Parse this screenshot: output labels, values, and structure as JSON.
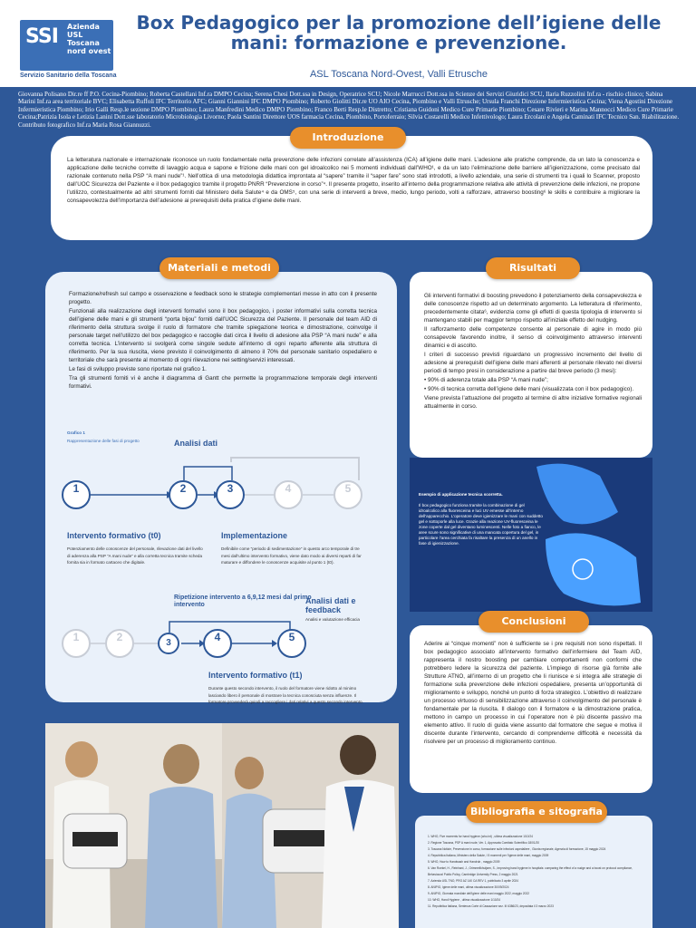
{
  "header": {
    "title": "Box Pedagogico per la promozione dell’igiene delle mani: formazione e prevenzione.",
    "subtitle": "ASL Toscana Nord-Ovest, Valli Etrusche",
    "logo": {
      "ssi": "SSI",
      "line1": "Azienda",
      "line2": "USL",
      "line3": "Toscana",
      "line4": "nord ovest",
      "footer": "Servizio Sanitario della Toscana"
    }
  },
  "authors": "Giovanna Polisano Dir.re ff P.O. Cecina-Piombino; Roberta Castellani Inf.ra DMPO Cecina; Serena Chesi Dott.ssa in Design, Operatrice SCU; Nicole Marrucci Dott.ssa in Scienze dei Servizi Giuridici SCU, Ilaria Ruzzolini Inf.ra - rischio clinico; Sabina Marini Inf.ra area territoriale BVC; Elisabetta Ruffoli IFC Territorio AFC; Gianni Giannini IFC DMPO Piombino; Roberto Giolitti Dir.re UO AIO Cecina, Piombino e Valli Etrusche; Ursula Franchi Direzione Infermieristica Cecina; Viena Agostini Direzione Infermieristica Piombino; Irio Galli Resp.le sezione DMPO Piombino; Laura Manfredini Medico DMPO Piombino; Franco Berti Resp.le Distretto; Cristiana Guidoni Medico Cure Primarie Piombino; Cesare Rivieri e Marina Mannocci Medico Cure Primarie Cecina;Patrizia Isola e Letizia Lanini Dott.sse laboratorio Microbiologia Livorno; Paola Santini Direttore UOS farmacia Cecina, Piombino, Portoferraio; Silvia Costarelli Medico Infettivologo; Laura Ercolani e Angela Caminati IFC Tecnico San. Riabilitazione. Contributo fotografico Inf.ra Maria Rosa Giannuzzi.",
  "sections": {
    "intro": {
      "label": "Introduzione",
      "text": "La letteratura nazionale e internazionale riconosce un ruolo fondamentale nella prevenzione delle infezioni correlate all’assistenza (ICA) all’igiene delle mani. L’adesione alle pratiche comprende, da un lato la conoscenza e applicazione delle tecniche corrette di lavaggio acqua e sapone e frizione delle mani con gel idroalcolico nei 5 momenti individuati dall’WHO¹, e da un lato l’eliminazione delle barriere all’igienizzazione, come precisato dal razionale contenuto nella PSP “A mani nude”¹. Nell’ottica di una metodologia didattica improntata al “sapere” tramite il “saper fare” sono stati introdotti, a livello aziendale, una serie di strumenti tra i quali lo Scanner, proposto dall’UOC Sicurezza del Paziente e il box pedagogico tramite il progetto PNRR “Prevenzione in corso”⁴. Il presente progetto, inserito all’interno della programmazione relativa alle attività di prevenzione delle infezioni, ne propone l’utilizzo, contestualmente ad altri strumenti forniti dal Ministero della Salute⁴ e da OMS⁵, con una serie di interventi a breve, medio, lungo periodo, volti a rafforzare, attraverso boosting⁶ le skills e contribuire a migliorare la consapevolezza dell’importanza dell’adesione ai prerequisiti della pratica d’igiene delle mani."
    },
    "materiali": {
      "label": "Materiali e metodi",
      "p1": "Formazione/refresh sul campo e osservazione e feedback sono le strategie complementari messe in atto con il presente progetto.",
      "p2": "Funzionali alla realizzazione degli interventi formativi sono il box pedagogico, i poster informativi sulla corretta tecnica dell’igiene delle mani e gli strumenti “porta bijou” forniti dall’UOC Sicurezza del Paziente. Il personale del team AID di riferimento della struttura svolge il ruolo di formatore che tramite spiegazione teorica e dimostrazione, coinvolge il personale target nell’utilizzo del box pedagogico e raccoglie dati circa il livello di adesione alla PSP “A mani nude” e alla corretta tecnica. L’intervento si svolgerà come singole sedute all’interno di ogni reparto afferente alla struttura di riferimento. Per la sua riuscita, viene previsto il coinvolgimento di almeno il 70% del personale sanitario ospedaliero e territoriale che sarà presente al momento di ogni rilevazione nei setting/servizi interessati.",
      "p3": "Le fasi di sviluppo previste sono riportate nel grafico 1.",
      "p4": "Tra gli strumenti forniti vi è anche il diagramma di Gantt che permette la programmazione temporale degli interventi formativi."
    },
    "risultati": {
      "label": "Risultati",
      "p1": "Gli interventi formativi di boosting prevedono il potenziamento della consapevolezza e delle conoscenze rispetto ad un determinato argomento. La letteratura di riferimento, precedentemente citata⁶, evidenzia come gli effetti di questa tipologia di intervento si mantengano stabili per maggior tempo rispetto all’iniziale effetto del nudging.",
      "p2": "Il rafforzamento delle competenze consente al personale di agire in modo più consapevole favorendo inoltre, il senso di coinvolgimento attraverso interventi dinamici e di ascolto.",
      "p3": "I criteri di successo previsti riguardano un progressivo incremento del livello di adesione ai prerequisiti dell’igiene delle mani afferenti al personale rilevato nei diversi periodi di tempo presi in considerazione a partire dal breve periodo (3 mesi):",
      "b1": "• 90% di aderenza totale alla PSP “A mani nude”;",
      "b2": "• 90% di tecnica corretta dell’igiene delle mani (visualizzata con il box pedagogico).",
      "p4": "Viene prevista l’attuazione del progetto al termine di altre iniziative formative regionali attualmente in corso."
    },
    "uv": {
      "title": "Esempio di applicazione tecnica scorretta.",
      "text": "Il box pedagogico funziona tramite la combinazione di gel idroalcolico alla fluoresceina e luci UV emesse all’interno dell’apparecchio. L’operatore deve igienizzare le mani con suddetto gel e sottoporle alla luce. Grazie alla reazione UV-fluoresceina le zone coperte dal gel diventano luminescenti. Nelle foto a fianco, le aree scure sono significative di una mancata copertura del gel, in particolare l’area cerchiata fa risaltare la presenza di un anello in fase di igienizzazione."
    },
    "conclusioni": {
      "label": "Conclusioni",
      "text": "Aderire ai “cinque momenti” non è sufficiente se i pre requisiti non sono rispettati. Il box pedagogico associato all’intervento formativo dell’infermiere del Team AID, rappresenta il nostro boosting per cambiare comportamenti non conformi che potrebbero ledere la sicurezza del paziente. L’impiego di risorse già fornite alle Strutture ATNO, all’interno di un progetto che li riunisce e si integra alle strategie di formazione sulla prevenzione delle infezioni ospedaliere, presenta un’opportunità di miglioramento e sviluppo, nonché un punto di forza strategico. L’obiettivo di realizzare un processo virtuoso di sensibilizzazione attraverso il coinvolgimento del personale è fondamentale per la riuscita. Il dialogo con il formatore e la dimostrazione pratica, mettono in campo un processo in cui l’operatore non è più discente passivo ma elemento attivo. Il ruolo di guida viene assunto dal formatore che segue e motiva il discente durante l’intervento, cercando di comprenderne difficoltà e necessità da risolvere per un processo di miglioramento continuo."
    },
    "bibliografia": {
      "label": "Bibliografia e sitografia",
      "items": [
        "1. WHO, Five moments for hand hygiene (who.int) , ultima visualizzazione 1/10/24",
        "2. Regione Toscana, PSP A mani nude, Ver. 1, Approvata Comitato Scientifico 18/01/20",
        "3. Toscana Notizie, Prevenzione in corso, formazione sulle infezioni ospedaliere , Giunta regionale, Agenzia di formazione, 15 maggio 2024",
        "4. Repubblica Italiana, Ministero della Salute, I 5 momenti per l’igiene delle mani, maggio 2009",
        "5. WHO, How to Handwash and Handrub , maggio 2009",
        "6. Van Roekel, H., Reinhard, J., Grimmelikhuijsen, S., Improving hand hygiene in hospitals: comparing the effect of a nudge and a boost on protocol compliance, Behavioural Public Policy, Cambridge University Press, 2 maggio 2021",
        "7. Azienda USL TNO, PRO AZ 140 CA REV 1, pubblicato 3 aprile 2024",
        "8. ANIPIO, Igiene delle mani, ultima visualizzazione 30/09/2024",
        "9. ANIPIO, Giornata mondiale dell’igiene delle mani maggio 2022, maggio 2022",
        "10. WHO, Hand Hygiene , ultima visualizzazione 1/10/24",
        "11. Repubblica Italiana, Sentenza Corte di Cassazione sez. III 6386/23, depositata il 3 marzo 2023"
      ]
    }
  },
  "grafico": {
    "title": "Grafico 1",
    "caption": "Rappresentazione delle fasi di progetto",
    "analisi_dati": "Analisi dati",
    "t0_title": "Intervento formativo (t0)",
    "t0_text": "Potenziamento delle conoscenze del personale, rilevazione dati del livello di aderenza alla PSP “A mani nude” e alla corretta tecnica tramite scheda fornita sia in formato cartaceo che digitale.",
    "impl_title": "Implementazione",
    "impl_text": "Definibile come “periodo di sedimentazione” in questo arco temporale di tre mesi dall’ultimo intervento formativo, viene dato modo ai diversi reparti di far maturare e diffondere le conoscenze acquisite al punto 1 (t0).",
    "ripetizione": "Ripetizione intervento a 6,9,12 mesi dal primo intervento",
    "analisi_feedback": "Analisi dati e feedback",
    "analisi_sub": "Analisi e valutazione efficacia",
    "t1_title": "Intervento formativo (t1)",
    "t1_text": "Durante questo secondo intervento, il ruolo del formatore viene ridotto al minimo lasciando libero il personale di mostrare la tecnica conosciuta senza influenze. Il formatore provvederà quindi a raccogliere i dati relativi a questo secondo intervento.",
    "row1": [
      "1",
      "2",
      "3",
      "4",
      "5"
    ],
    "row2": [
      "1",
      "2",
      "3",
      "4",
      "5"
    ]
  },
  "colors": {
    "background": "#2e5898",
    "accent": "#e88f2c",
    "panel": "#eaf1fa"
  }
}
